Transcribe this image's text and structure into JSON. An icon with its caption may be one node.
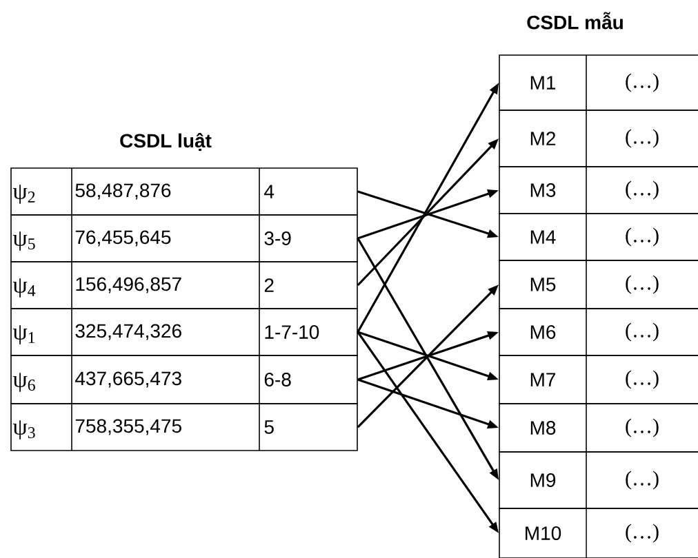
{
  "diagram": {
    "nodes": [
      {
        "text": [
          "ψ$_{2}$",
          "58,487,876",
          "4"
        ]
      },
      {
        "text": [
          "ψ$_{5}$",
          "76,455,645",
          "3-9"
        ]
      },
      {
        "text": [
          "ψ$_{4}$",
          "156,496,857",
          "2"
        ]
      },
      {
        "text": [
          "ψ$_{1}$",
          "325,474,326",
          "1-7-10"
        ]
      },
      {
        "text": [
          "ψ$_{6}$",
          "437,665,473",
          "6-8"
        ]
      },
      {
        "text": [
          "ψ$_{3}$",
          "758,355,475",
          "5"
        ]
      },
      {
        "text": [
          "M1",
          "(…)"
        ]
      },
      {
        "text": [
          "M2",
          "(…)"
        ]
      },
      {
        "text": [
          "M3",
          "(…)"
        ]
      },
      {
        "text": [
          "M4",
          "(…)"
        ]
      },
      {
        "text": [
          "M5",
          "(…)"
        ]
      },
      {
        "text": [
          "M6",
          "(…)"
        ]
      },
      {
        "text": [
          "M7",
          "(…)"
        ]
      },
      {
        "text": [
          "M8",
          "(…)"
        ]
      },
      {
        "text": [
          "M9",
          "(…)"
        ]
      },
      {
        "text": [
          "M10",
          "(…)"
        ]
      }
    ],
    "edges": [
      {
        "from": 0,
        "to": 9,
        "arrow": "to"
      },
      {
        "from": 1,
        "to": 8,
        "arrow": "to"
      },
      {
        "from": 1,
        "to": 14,
        "arrow": "to"
      },
      {
        "from": 2,
        "to": 7,
        "arrow": "to"
      },
      {
        "from": 3,
        "to": 6,
        "arrow": "to"
      },
      {
        "from": 3,
        "to": 12,
        "arrow": "to"
      },
      {
        "from": 3,
        "to": 15,
        "arrow": "to"
      },
      {
        "from": 4,
        "to": 11,
        "arrow": "to"
      },
      {
        "from": 4,
        "to": 13,
        "arrow": "to"
      },
      {
        "from": 5,
        "to": 10,
        "arrow": "to"
      }
    ],
    "labels": [
      "CSDL mẫu",
      "CSDL luật"
    ]
  }
}
